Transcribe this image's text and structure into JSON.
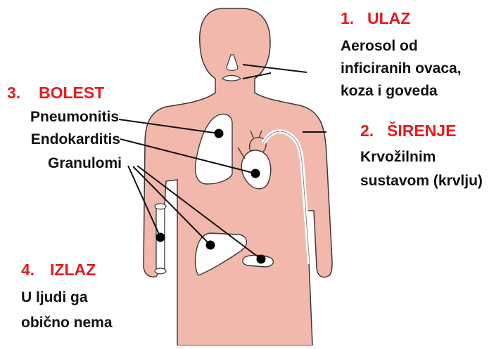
{
  "colors": {
    "accent": "#e8191e",
    "skin": "#f2b8ab",
    "outline": "#3a3a3a",
    "organ": "#ffffff",
    "text": "#111111"
  },
  "sections": {
    "entry": {
      "number": "1.",
      "title": "ULAZ",
      "lines": [
        "Aerosol od",
        "inficiranih ovaca,",
        "koza i goveda"
      ]
    },
    "spread": {
      "number": "2.",
      "title": "ŠIRENJE",
      "lines": [
        "Krvožilnim",
        "sustavom (krvlju)"
      ]
    },
    "disease": {
      "number": "3.",
      "title": "BOLEST",
      "items": [
        "Pneumonitis",
        "Endokarditis",
        "Granulomi"
      ]
    },
    "exit": {
      "number": "4.",
      "title": "IZLAZ",
      "lines": [
        "U ljudi ga",
        "obično nema"
      ]
    }
  }
}
